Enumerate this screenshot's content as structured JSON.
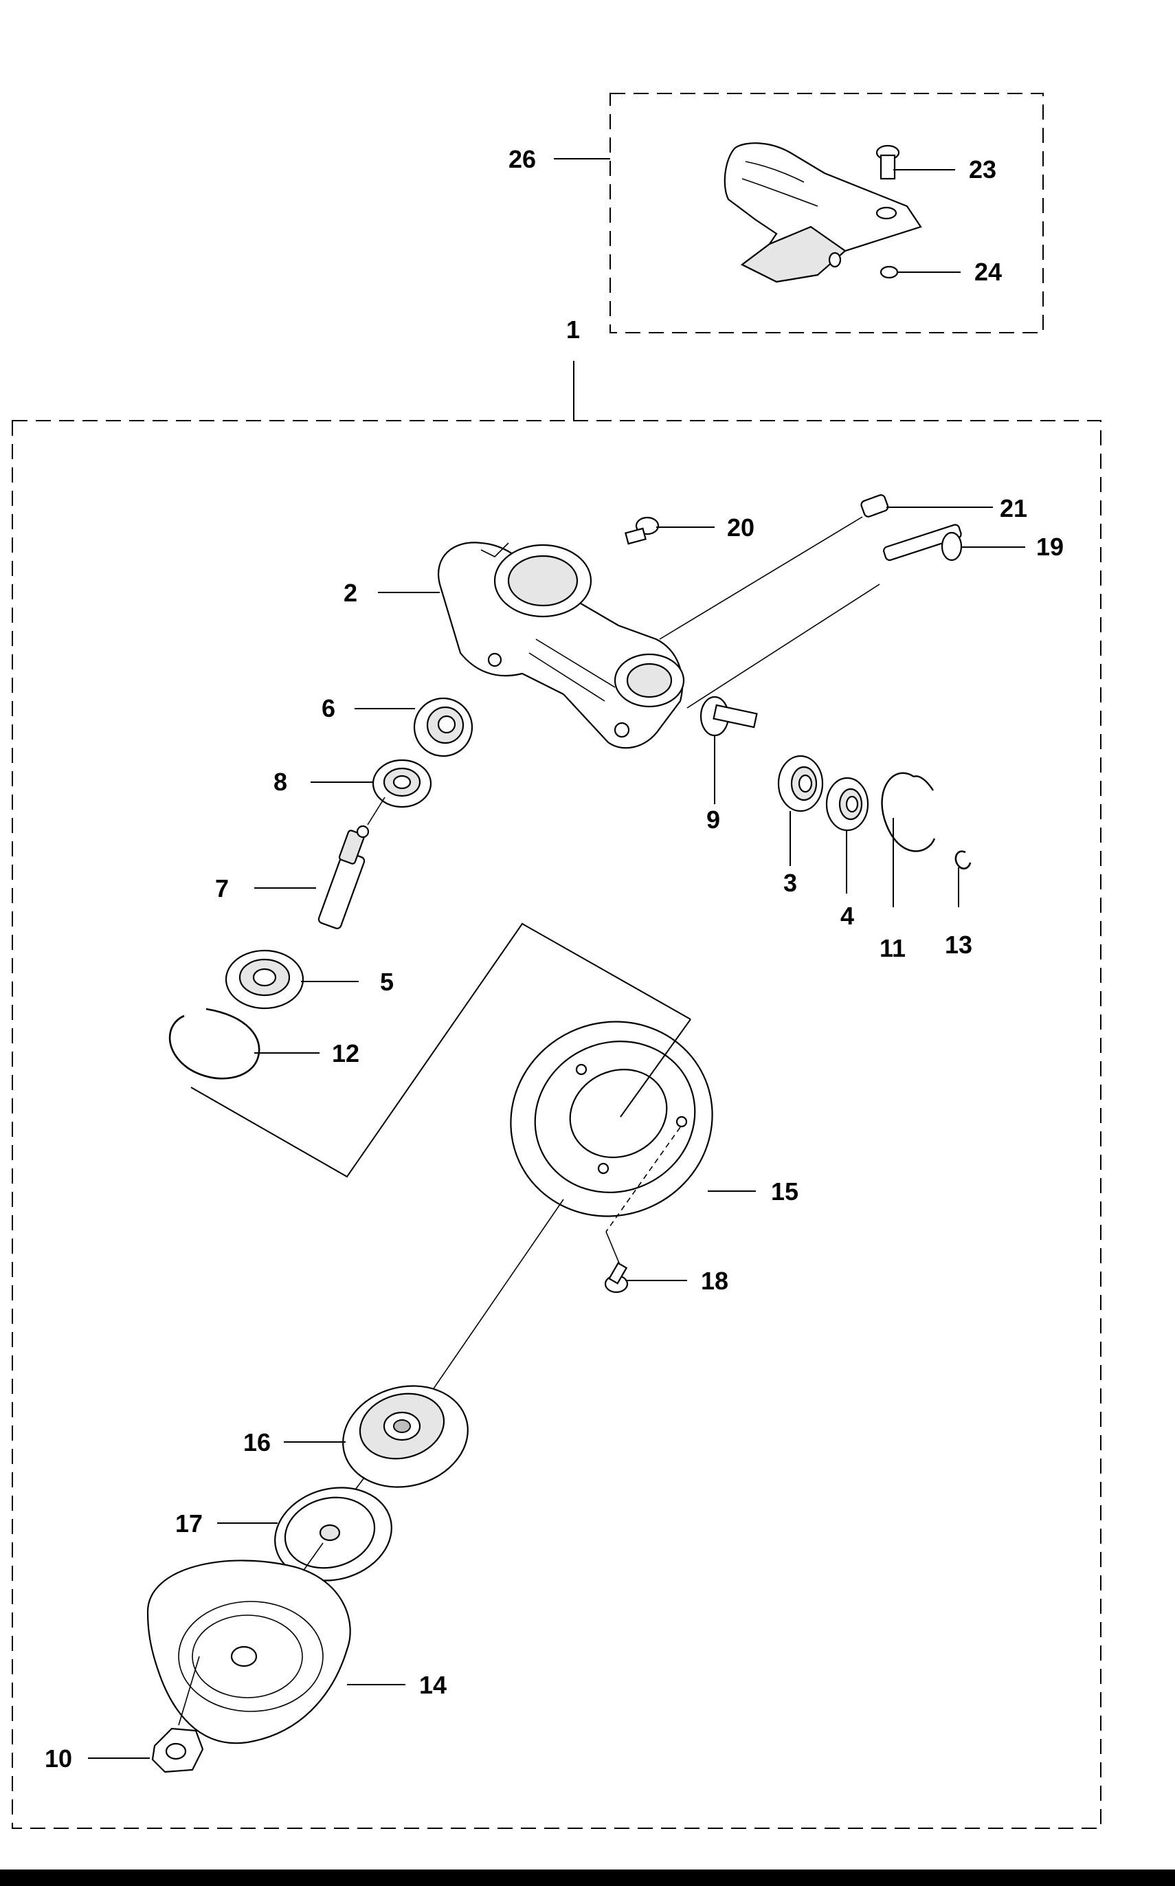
{
  "diagram": {
    "callouts": [
      {
        "id": "c1",
        "label": "1"
      },
      {
        "id": "c2",
        "label": "2"
      },
      {
        "id": "c3",
        "label": "3"
      },
      {
        "id": "c4",
        "label": "4"
      },
      {
        "id": "c5",
        "label": "5"
      },
      {
        "id": "c6",
        "label": "6"
      },
      {
        "id": "c7",
        "label": "7"
      },
      {
        "id": "c8",
        "label": "8"
      },
      {
        "id": "c9",
        "label": "9"
      },
      {
        "id": "c10",
        "label": "10"
      },
      {
        "id": "c11",
        "label": "11"
      },
      {
        "id": "c12",
        "label": "12"
      },
      {
        "id": "c13",
        "label": "13"
      },
      {
        "id": "c14",
        "label": "14"
      },
      {
        "id": "c15",
        "label": "15"
      },
      {
        "id": "c16",
        "label": "16"
      },
      {
        "id": "c17",
        "label": "17"
      },
      {
        "id": "c18",
        "label": "18"
      },
      {
        "id": "c19",
        "label": "19"
      },
      {
        "id": "c20",
        "label": "20"
      },
      {
        "id": "c21",
        "label": "21"
      },
      {
        "id": "c23",
        "label": "23"
      },
      {
        "id": "c24",
        "label": "24"
      },
      {
        "id": "c26",
        "label": "26"
      }
    ]
  }
}
